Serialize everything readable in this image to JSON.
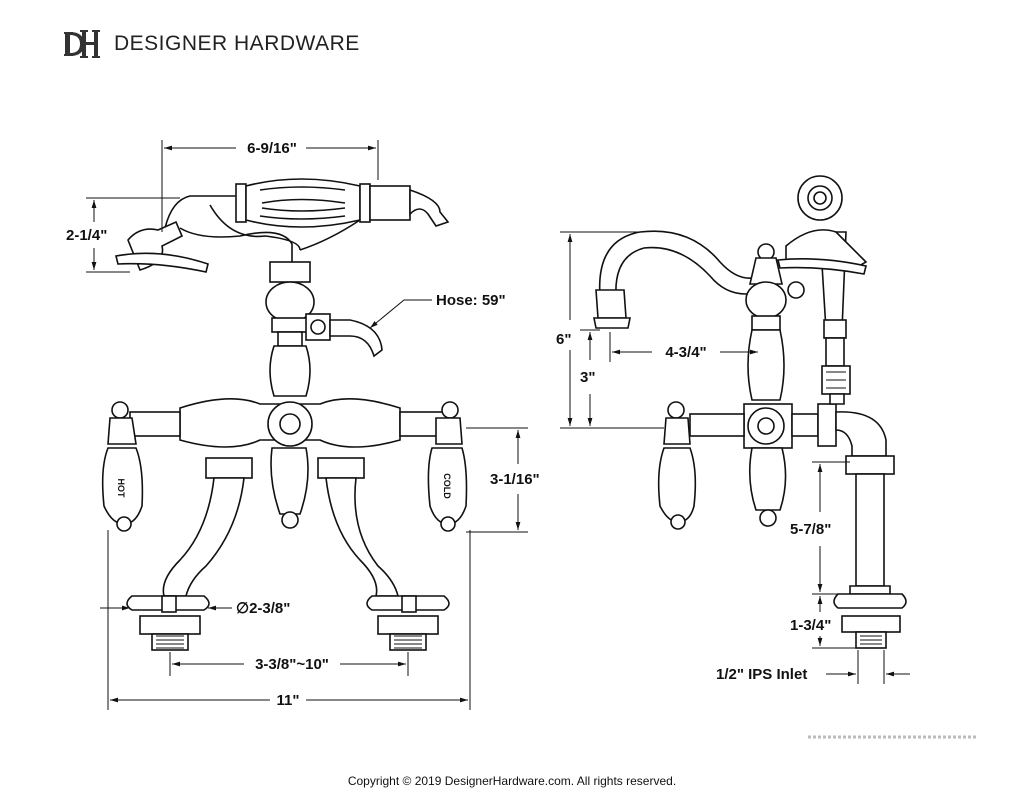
{
  "brand": {
    "name": "DESIGNER HARDWARE",
    "logo_letters": "DH"
  },
  "dimensions": {
    "shower_width": "6-9/16\"",
    "shower_height": "2-1/4\"",
    "hose": "Hose: 59\"",
    "handle_height": "3-1/16\"",
    "base_diameter": "∅2-3/8\"",
    "center_spread": "3-3/8\"~10\"",
    "overall_width": "11\"",
    "total_height": "6\"",
    "spout_height": "3\"",
    "spout_reach": "4-3/4\"",
    "body_height": "5-7/8\"",
    "shank_length": "1-3/4\"",
    "inlet": "1/2\" IPS Inlet"
  },
  "handle_labels": {
    "hot": "HOT",
    "cold": "COLD"
  },
  "footer": {
    "copyright": "Copyright © 2019 DesignerHardware.com. All rights reserved."
  }
}
